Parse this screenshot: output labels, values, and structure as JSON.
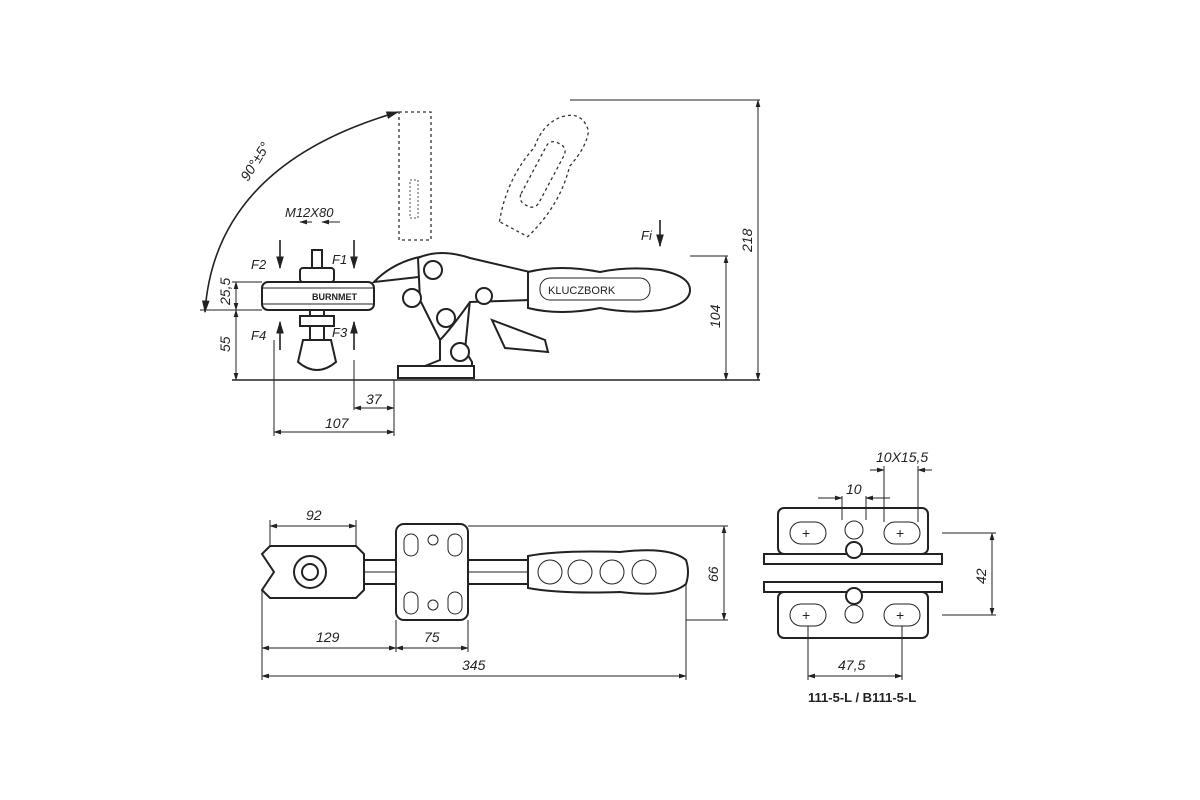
{
  "side_view": {
    "angle_label": "90°±5°",
    "screw_label": "M12X80",
    "brand": "BURNMET",
    "handle_marking": "KLUCZBORK",
    "forces": {
      "f1": "F1",
      "f2": "F2",
      "f3": "F3",
      "f4": "F4",
      "fi": "Fi"
    },
    "dims": {
      "h255": "25,5",
      "h55": "55",
      "h104": "104",
      "h218": "218",
      "w37": "37",
      "w107": "107"
    }
  },
  "top_view": {
    "dims": {
      "w92": "92",
      "w129": "129",
      "w75": "75",
      "w345": "345",
      "h66": "66"
    }
  },
  "base_view": {
    "dims": {
      "slot": "10X15,5",
      "w10": "10",
      "w475": "47,5",
      "h42": "42"
    },
    "caption": "111-5-L / B111-5-L"
  }
}
